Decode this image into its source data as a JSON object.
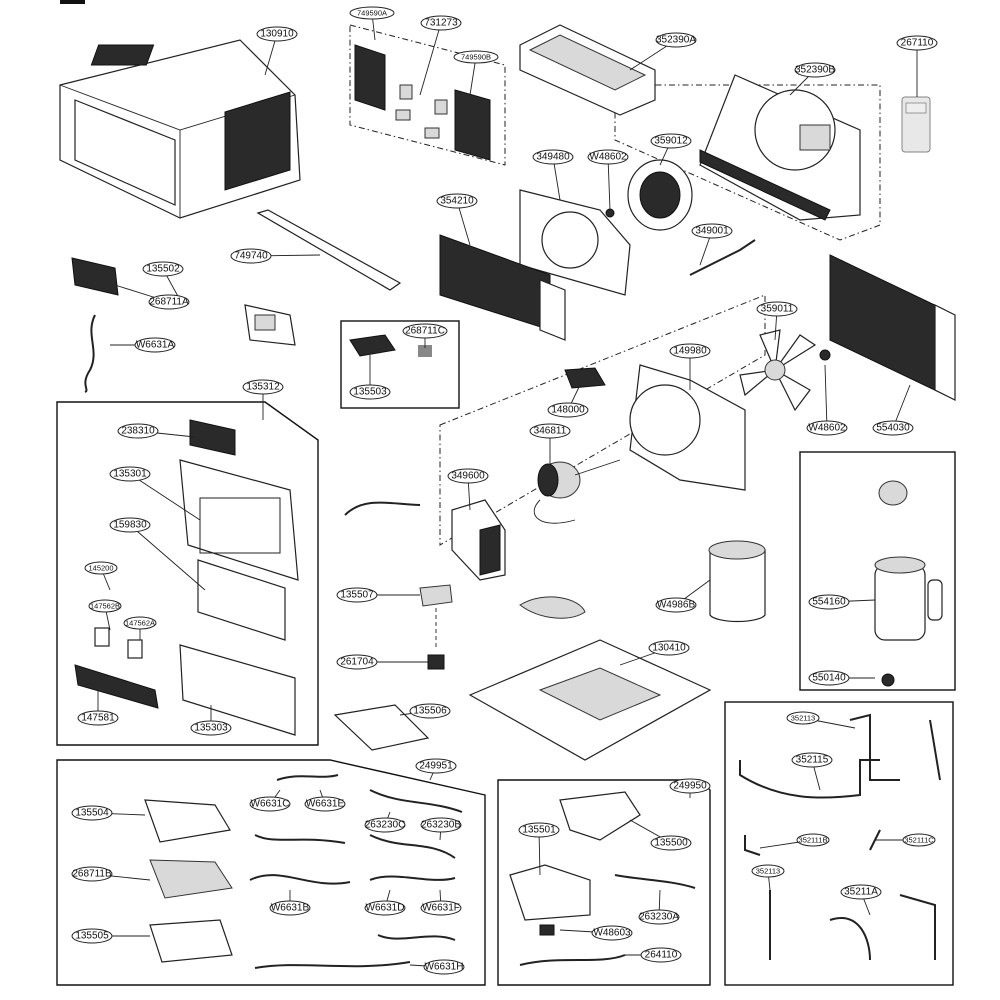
{
  "labels": [
    "130910",
    "749590A",
    "731273",
    "749590B",
    "352390A",
    "352390B",
    "267110",
    "349480",
    "W48602",
    "359012",
    "354210",
    "349001",
    "749740",
    "135502",
    "268711A",
    "W6631A",
    "268711C",
    "135503",
    "359011",
    "149980",
    "148000",
    "W48602",
    "554030",
    "135312",
    "238310",
    "135301",
    "159830",
    "145200",
    "147562B",
    "147562A",
    "147581",
    "135303",
    "346811",
    "349600",
    "135507",
    "261704",
    "135506",
    "W4986B",
    "130410",
    "554160",
    "550140",
    "249951",
    "135504",
    "W6631C",
    "W6631E",
    "263230C",
    "263230B",
    "268711B",
    "W6631B",
    "W6631D",
    "W6631F",
    "135505",
    "W6631H",
    "249950",
    "135501",
    "135500",
    "263230A",
    "W48603",
    "264110",
    "352113",
    "352115",
    "352111B",
    "352111C",
    "352113",
    "35211A"
  ]
}
